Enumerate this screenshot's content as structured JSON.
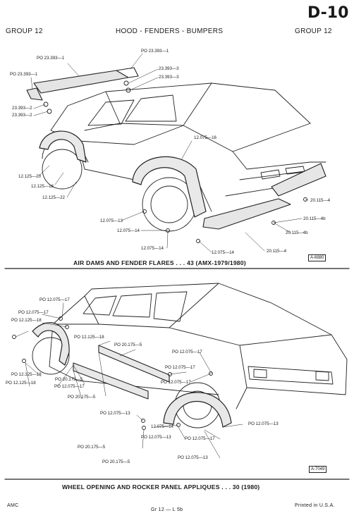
{
  "header": {
    "page_number": "D-10",
    "group_left": "GROUP 12",
    "title": "HOOD - FENDERS - BUMPERS",
    "group_right": "GROUP 12"
  },
  "figure1": {
    "caption": "AIR DAMS AND FENDER FLARES . . . 43 (AMX-1979/1980)",
    "figure_id": "A-6880",
    "labels": [
      "PO 23.393—1",
      "PO 23.393—1",
      "PO 23.393—1",
      "23.393—3",
      "23.393—3",
      "23.393—2",
      "23.393—2",
      "12.075—16",
      "12.125—20",
      "12.125—18",
      "12.125—22",
      "20.115—4",
      "20.115—4b",
      "20.115—4b",
      "20.115—4",
      "12.075—13",
      "12.075—14",
      "12.075—14",
      "12.075—14"
    ]
  },
  "figure2": {
    "caption": "WHEEL OPENING AND ROCKER PANEL APPLIQUES . . . 30 (1980)",
    "figure_id": "A-7049",
    "labels": [
      "PO 12.075—17",
      "PO 12.075—17",
      "PO 12.075—17",
      "PO 12.125—18",
      "PO 12.125—18",
      "PO 20.175—5",
      "PO 20.175—5",
      "PO 12.075—17",
      "PO 20.175—5",
      "PO 20.175—5",
      "PO 12.125—18",
      "PO 12.125—18",
      "PO 12.075—17",
      "PO 12.075—17",
      "PO 12.075—13",
      "PO 12.075—13",
      "12.075—14",
      "PO 12.075—13",
      "PO 12.075—17",
      "PO 12.075—13",
      "PO 20.175—5"
    ]
  },
  "footer": {
    "left": "AMC",
    "center": "Gr 12 — L 5b",
    "right": "Printed in U.S.A."
  }
}
